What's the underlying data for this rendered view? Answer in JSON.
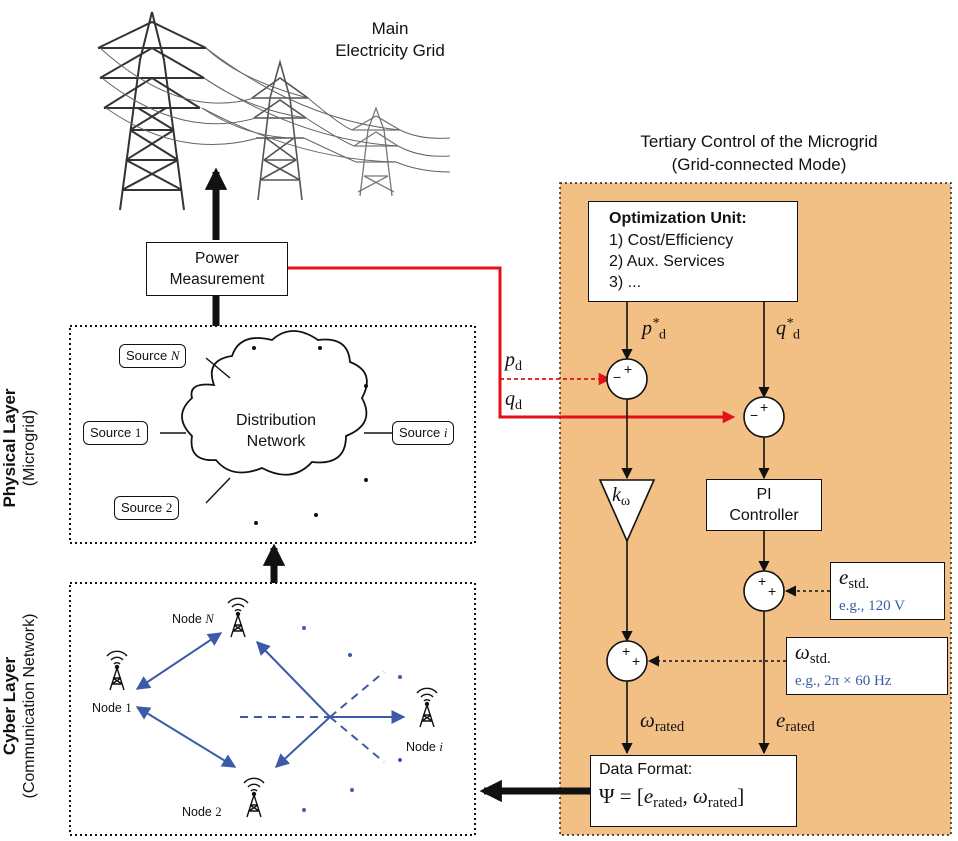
{
  "grid": {
    "title_line1": "Main",
    "title_line2": "Electricity Grid"
  },
  "power_measurement": {
    "line1": "Power",
    "line2": "Measurement"
  },
  "physical_layer": {
    "title": "Physical Layer",
    "subtitle": "(Microgrid)",
    "network_line1": "Distribution",
    "network_line2": "Network",
    "sources": {
      "n": {
        "prefix": "Source ",
        "index": "N"
      },
      "one": {
        "prefix": "Source ",
        "index": "1"
      },
      "two": {
        "prefix": "Source ",
        "index": "2"
      },
      "i": {
        "prefix": "Source ",
        "index": "i"
      }
    }
  },
  "cyber_layer": {
    "title": "Cyber Layer",
    "subtitle": "(Communication Network)",
    "nodes": {
      "n": {
        "prefix": "Node ",
        "index": "N"
      },
      "one": {
        "prefix": "Node ",
        "index": "1"
      },
      "two": {
        "prefix": "Node ",
        "index": "2"
      },
      "i": {
        "prefix": "Node ",
        "index": "i"
      }
    }
  },
  "tertiary": {
    "title_line1": "Tertiary Control of the Microgrid",
    "title_line2": "(Grid-connected Mode)",
    "opt_unit": {
      "title": "Optimization Unit:",
      "item1": "1) Cost/Efficiency",
      "item2": "2) Aux. Services",
      "item3": "3) ..."
    },
    "p_star": {
      "base": "p",
      "sub": "d",
      "sup": "*"
    },
    "q_star": {
      "base": "q",
      "sub": "d",
      "sup": "*"
    },
    "p_d": {
      "base": "p",
      "sub": "d"
    },
    "q_d": {
      "base": "q",
      "sub": "d"
    },
    "gain": {
      "base": "k",
      "sub": "ω"
    },
    "pi_line1": "PI",
    "pi_line2": "Controller",
    "e_std": {
      "base": "e",
      "sub": "std.",
      "example": "e.g., 120 V"
    },
    "omega_std": {
      "base": "ω",
      "sub": "std.",
      "example": "e.g., 2π × 60 Hz"
    },
    "omega_rated": {
      "base": "ω",
      "sub": "rated"
    },
    "e_rated": {
      "base": "e",
      "sub": "rated"
    },
    "data_format": {
      "title": "Data Format:",
      "psi": "Ψ = [",
      "e": "e",
      "e_sub": "rated",
      "comma": ", ",
      "w": "ω",
      "w_sub": "rated",
      "close": "]"
    },
    "signs": {
      "minus": "−",
      "plus": "+"
    }
  },
  "colors": {
    "panel_fill": "#f2bf85",
    "signal_red": "#e3101a",
    "link_blue": "#3b5aa8",
    "line_black": "#111111"
  }
}
